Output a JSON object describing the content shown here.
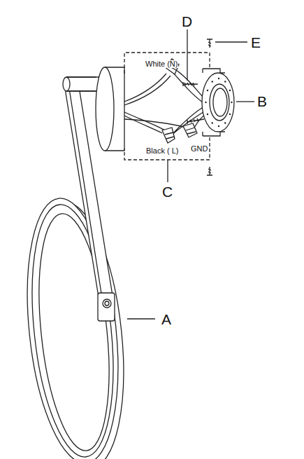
{
  "diagram": {
    "labels": [
      "D",
      "E",
      "White (N)",
      "B",
      "Black ( L)",
      "GND",
      "C",
      "A"
    ]
  }
}
